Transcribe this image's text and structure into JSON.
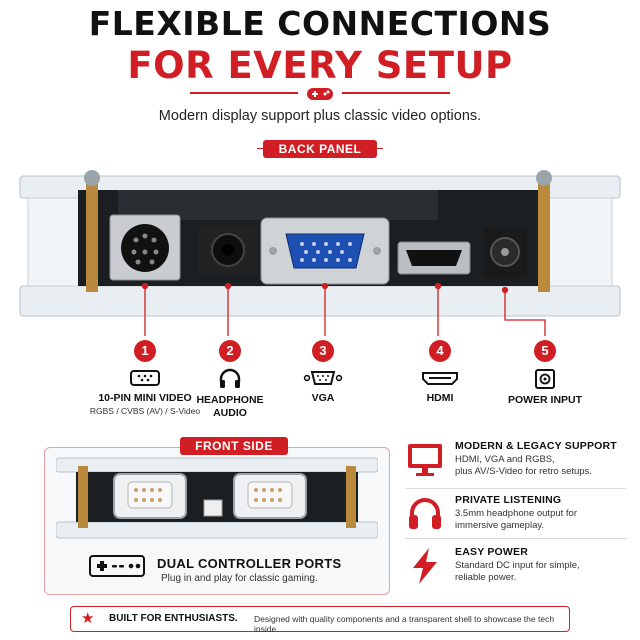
{
  "heading": {
    "line1": "FLEXIBLE CONNECTIONS",
    "line2": "FOR EVERY SETUP",
    "subtitle": "Modern display support plus classic video options.",
    "icon": "gamepad-icon"
  },
  "colors": {
    "accent": "#d01e24",
    "text": "#111111",
    "board": "#1c1f22",
    "brass": "#b98a3e"
  },
  "back_panel": {
    "label": "BACK PANEL",
    "ports": [
      {
        "number": "1",
        "name": "10-PIN MINI VIDEO",
        "sub": "RGBS / CVBS (AV) / S-Video",
        "icon": "mini-din-icon"
      },
      {
        "number": "2",
        "name": "HEADPHONE",
        "name2": "AUDIO",
        "icon": "headphones-icon"
      },
      {
        "number": "3",
        "name": "VGA",
        "icon": "vga-icon"
      },
      {
        "number": "4",
        "name": "HDMI",
        "icon": "hdmi-icon"
      },
      {
        "number": "5",
        "name": "POWER INPUT",
        "icon": "dc-jack-icon"
      }
    ]
  },
  "front_side": {
    "label": "FRONT SIDE",
    "title": "DUAL CONTROLLER PORTS",
    "subtitle": "Plug in and play for classic gaming.",
    "icon": "controller-icon"
  },
  "features": [
    {
      "title": "MODERN & LEGACY SUPPORT",
      "line1": "HDMI, VGA and RGBS,",
      "line2": "plus AV/S-Video for retro setups.",
      "icon": "monitor-icon"
    },
    {
      "title": "PRIVATE LISTENING",
      "line1": "3.5mm headphone output for",
      "line2": "immersive gameplay.",
      "icon": "headphones-icon"
    },
    {
      "title": "EASY POWER",
      "line1": "Standard DC input for simple,",
      "line2": "reliable power.",
      "icon": "lightning-icon"
    }
  ],
  "footer": {
    "strong": "BUILT FOR ENTHUSIASTS.",
    "text": "Designed with quality components and a transparent shell to showcase the tech inside.",
    "icon": "star-icon"
  }
}
